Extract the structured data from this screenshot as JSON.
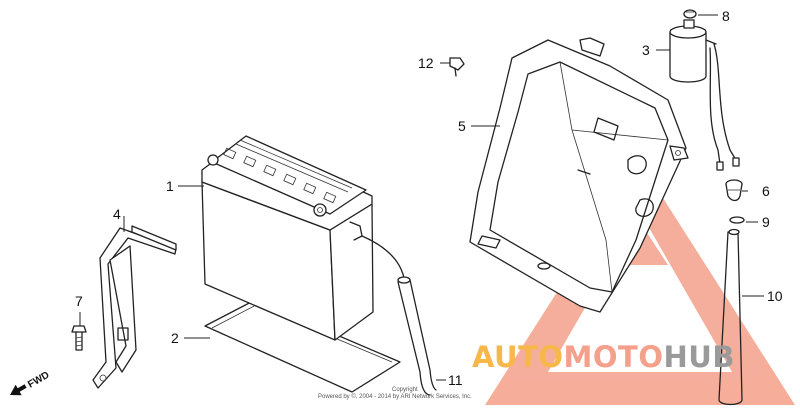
{
  "parts": [
    {
      "id": "part-1",
      "label": "1"
    },
    {
      "id": "part-2",
      "label": "2"
    },
    {
      "id": "part-3",
      "label": "3"
    },
    {
      "id": "part-4",
      "label": "4"
    },
    {
      "id": "part-5",
      "label": "5"
    },
    {
      "id": "part-6",
      "label": "6"
    },
    {
      "id": "part-7",
      "label": "7"
    },
    {
      "id": "part-8",
      "label": "8"
    },
    {
      "id": "part-9",
      "label": "9"
    },
    {
      "id": "part-10",
      "label": "10"
    },
    {
      "id": "part-11",
      "label": "11"
    },
    {
      "id": "part-12",
      "label": "12"
    }
  ],
  "direction_label": "FWD",
  "copyright_line1": "Copyright",
  "copyright_line2": "Powered by ©, 2004 - 2014 by ARI Network Services, Inc.",
  "watermark": {
    "part1": "AUTO",
    "part2": "MOTO",
    "part3": "HUB",
    "colors": {
      "accent": "#f5a77f",
      "orange": "#f7b74a",
      "gray": "#9a9a9a"
    }
  }
}
